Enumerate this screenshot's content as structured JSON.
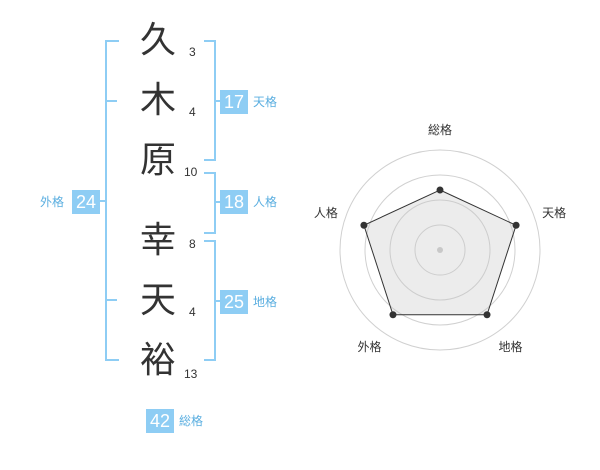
{
  "name": {
    "chars": [
      {
        "char": "久",
        "strokes": "3"
      },
      {
        "char": "木",
        "strokes": "4"
      },
      {
        "char": "原",
        "strokes": "10"
      },
      {
        "char": "幸",
        "strokes": "8"
      },
      {
        "char": "天",
        "strokes": "4"
      },
      {
        "char": "裕",
        "strokes": "13"
      }
    ]
  },
  "fortune": {
    "tenkaku": {
      "value": "17",
      "label": "天格"
    },
    "jinkaku": {
      "value": "18",
      "label": "人格"
    },
    "chikaku": {
      "value": "25",
      "label": "地格"
    },
    "gaikaku": {
      "value": "24",
      "label": "外格"
    },
    "soukaku": {
      "value": "42",
      "label": "総格"
    }
  },
  "colors": {
    "accent": "#8ecdf4",
    "label_text": "#5aaee0",
    "text": "#333333"
  },
  "chart_data": {
    "type": "radar",
    "axes": [
      "総格",
      "天格",
      "地格",
      "外格",
      "人格"
    ],
    "values": [
      3,
      4,
      4,
      4,
      4
    ],
    "range": [
      0,
      5
    ],
    "rings": 4
  }
}
